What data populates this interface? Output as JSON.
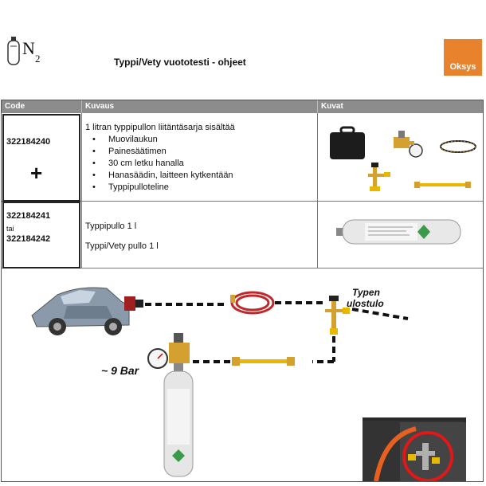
{
  "header": {
    "logo_letter": "N",
    "logo_subscript": "2",
    "title": "Typpi/Vety vuototesti - ohjeet",
    "brand": "Oksys"
  },
  "table": {
    "columns": [
      "Code",
      "Kuvaus",
      "Kuvat"
    ],
    "rows": [
      {
        "code": "322184240",
        "symbol": "+",
        "description": "1 litran typpipullon liitäntäsarja sisältää",
        "items": [
          "Muovilaukun",
          "Painesäätimen",
          "30 cm letku hanalla",
          "Hanasäädin, laitteen kytkentään",
          "Typpipulloteline"
        ]
      },
      {
        "code_a": "322184241",
        "or": "tai",
        "code_b": "322184242",
        "desc_a": "Typpipullo  1 l",
        "desc_b": "Typpi/Vety pullo 1 l"
      }
    ]
  },
  "diagram": {
    "pressure_label": "~ 9 Bar",
    "outlet_label_1": "Typen",
    "outlet_label_2": "ulostulo"
  },
  "colors": {
    "header_bg": "#8c8c8c",
    "brand_orange": "#e8822c",
    "hose_red": "#c0282a",
    "brass": "#d4a030",
    "cylinder_green": "#3a9a4a"
  }
}
